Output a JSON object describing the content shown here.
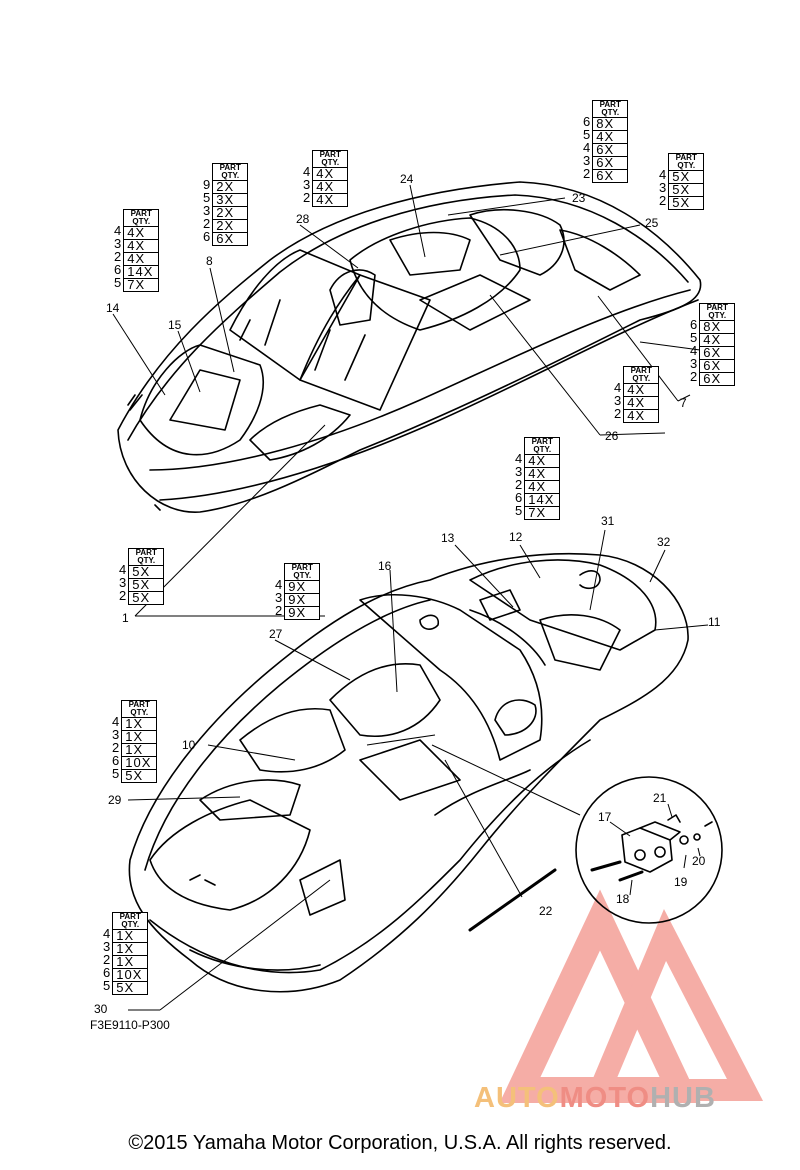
{
  "diagram_code": "F3E9110-P300",
  "copyright": "©2015 Yamaha Motor Corporation, U.S.A. All rights reserved.",
  "watermark": {
    "part1": "AUTO",
    "part2": "MOTO",
    "part3": "HUB"
  },
  "qty_header": {
    "line1": "PART",
    "line2": "QTY."
  },
  "qty_tables": [
    {
      "id": "t8x",
      "rows": [
        [
          "6",
          "8X"
        ],
        [
          "5",
          "4X"
        ],
        [
          "4",
          "6X"
        ],
        [
          "3",
          "6X"
        ],
        [
          "2",
          "6X"
        ]
      ]
    },
    {
      "id": "t5x",
      "rows": [
        [
          "4",
          "5X"
        ],
        [
          "3",
          "5X"
        ],
        [
          "2",
          "5X"
        ]
      ]
    },
    {
      "id": "t4x",
      "rows": [
        [
          "4",
          "4X"
        ],
        [
          "3",
          "4X"
        ],
        [
          "2",
          "4X"
        ]
      ]
    },
    {
      "id": "t2x",
      "rows": [
        [
          "9",
          "2X"
        ],
        [
          "5",
          "3X"
        ],
        [
          "3",
          "2X"
        ],
        [
          "2",
          "2X"
        ],
        [
          "6",
          "6X"
        ]
      ]
    },
    {
      "id": "t14x",
      "rows": [
        [
          "4",
          "4X"
        ],
        [
          "3",
          "4X"
        ],
        [
          "2",
          "4X"
        ],
        [
          "6",
          "14X"
        ],
        [
          "5",
          "7X"
        ]
      ]
    },
    {
      "id": "t8x7",
      "rows": [
        [
          "6",
          "8X"
        ],
        [
          "5",
          "4X"
        ],
        [
          "4",
          "6X"
        ],
        [
          "3",
          "6X"
        ],
        [
          "2",
          "6X"
        ]
      ]
    },
    {
      "id": "t4x26",
      "rows": [
        [
          "4",
          "4X"
        ],
        [
          "3",
          "4X"
        ],
        [
          "2",
          "4X"
        ]
      ]
    },
    {
      "id": "t14x12",
      "rows": [
        [
          "4",
          "4X"
        ],
        [
          "3",
          "4X"
        ],
        [
          "2",
          "4X"
        ],
        [
          "6",
          "14X"
        ],
        [
          "5",
          "7X"
        ]
      ]
    },
    {
      "id": "t5x1",
      "rows": [
        [
          "4",
          "5X"
        ],
        [
          "3",
          "5X"
        ],
        [
          "2",
          "5X"
        ]
      ]
    },
    {
      "id": "t9x",
      "rows": [
        [
          "4",
          "9X"
        ],
        [
          "3",
          "9X"
        ],
        [
          "2",
          "9X"
        ]
      ]
    },
    {
      "id": "t10x",
      "rows": [
        [
          "4",
          "1X"
        ],
        [
          "3",
          "1X"
        ],
        [
          "2",
          "1X"
        ],
        [
          "6",
          "10X"
        ],
        [
          "5",
          "5X"
        ]
      ]
    },
    {
      "id": "t10x30",
      "rows": [
        [
          "4",
          "1X"
        ],
        [
          "3",
          "1X"
        ],
        [
          "2",
          "1X"
        ],
        [
          "6",
          "10X"
        ],
        [
          "5",
          "5X"
        ]
      ]
    }
  ],
  "callouts": [
    "1",
    "7",
    "8",
    "10",
    "11",
    "12",
    "13",
    "14",
    "15",
    "16",
    "17",
    "18",
    "19",
    "20",
    "21",
    "22",
    "23",
    "24",
    "25",
    "26",
    "27",
    "28",
    "29",
    "30",
    "31",
    "32"
  ]
}
